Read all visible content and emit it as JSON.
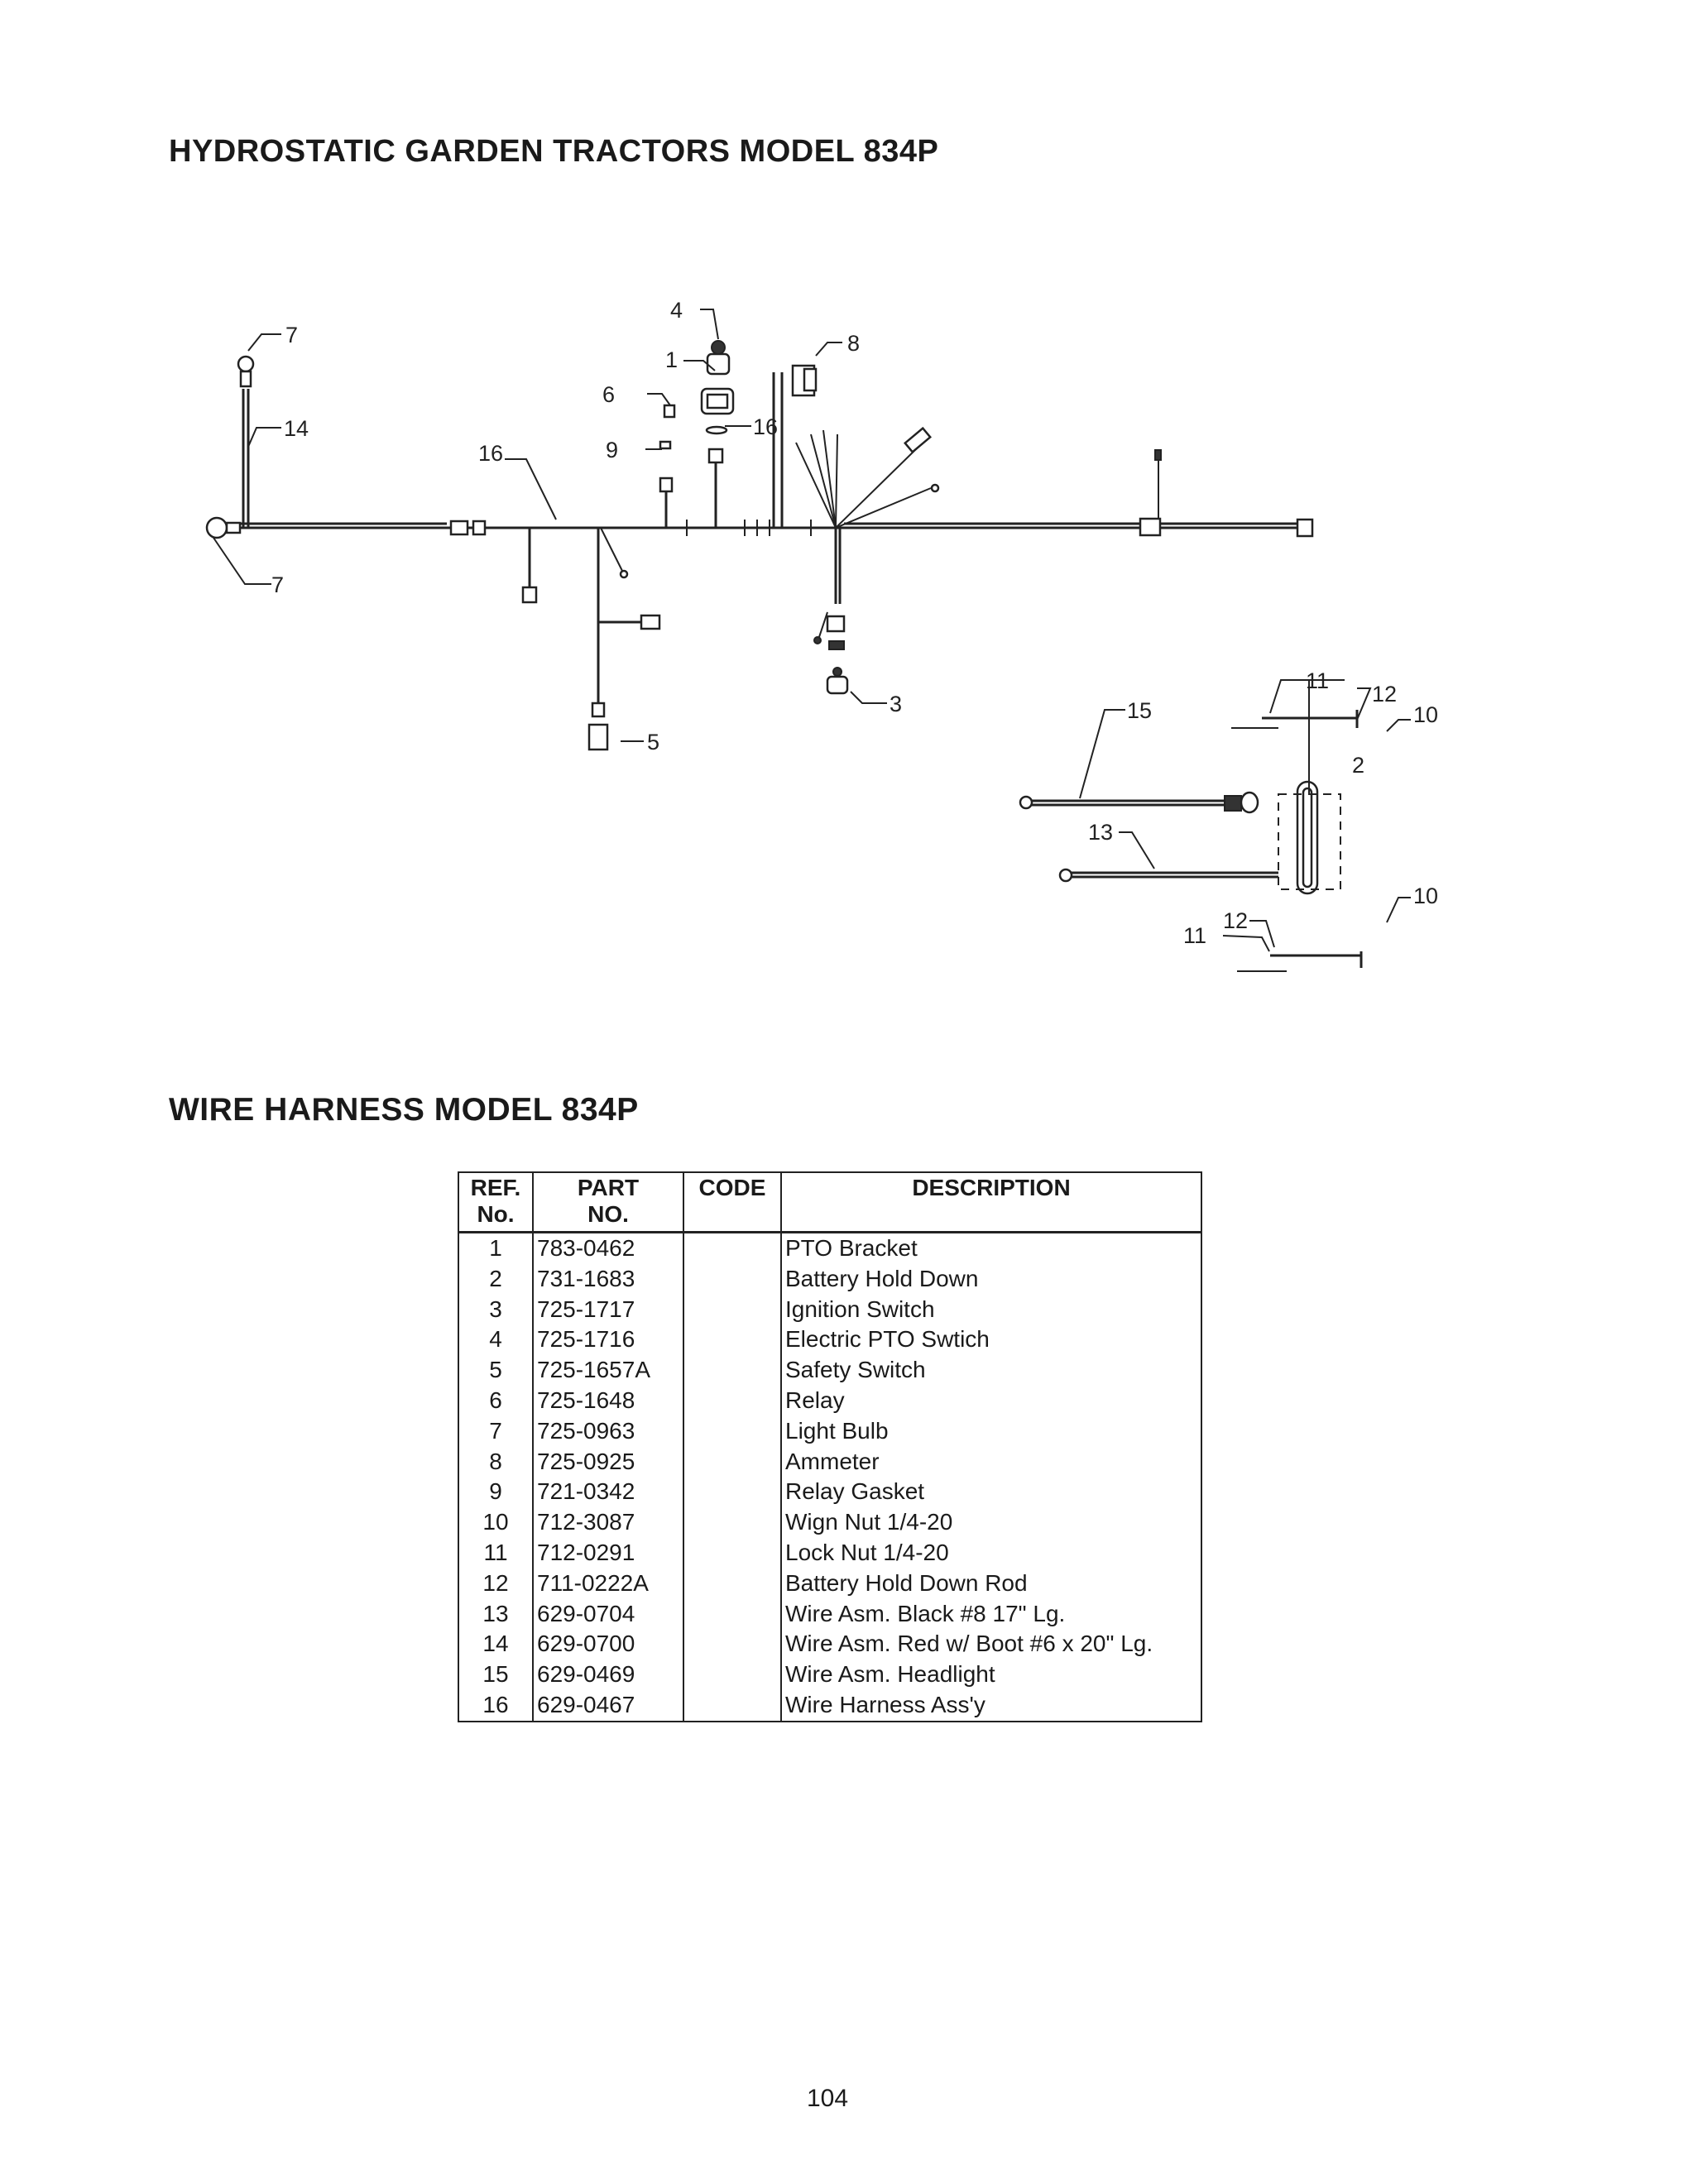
{
  "diagram_title": "HYDROSTATIC GARDEN TRACTORS MODEL 834P",
  "table_title": "WIRE HARNESS MODEL 834P",
  "callouts": [
    "1",
    "2",
    "3",
    "4",
    "5",
    "6",
    "7",
    "7",
    "8",
    "9",
    "10",
    "10",
    "11",
    "11",
    "12",
    "12",
    "13",
    "14",
    "15",
    "16",
    "16"
  ],
  "table": {
    "headers": {
      "ref_line1": "REF.",
      "ref_line2": "No.",
      "part_line1": "PART",
      "part_line2": "NO.",
      "code": "CODE",
      "description": "DESCRIPTION"
    },
    "rows": [
      {
        "ref": "1",
        "part": "783-0462",
        "code": "",
        "description": "PTO Bracket"
      },
      {
        "ref": "2",
        "part": "731-1683",
        "code": "",
        "description": "Battery Hold Down"
      },
      {
        "ref": "3",
        "part": "725-1717",
        "code": "",
        "description": "Ignition Switch"
      },
      {
        "ref": "4",
        "part": "725-1716",
        "code": "",
        "description": "Electric PTO Swtich"
      },
      {
        "ref": "5",
        "part": "725-1657A",
        "code": "",
        "description": "Safety Switch"
      },
      {
        "ref": "6",
        "part": "725-1648",
        "code": "",
        "description": "Relay"
      },
      {
        "ref": "7",
        "part": "725-0963",
        "code": "",
        "description": "Light Bulb"
      },
      {
        "ref": "8",
        "part": "725-0925",
        "code": "",
        "description": "Ammeter"
      },
      {
        "ref": "9",
        "part": "721-0342",
        "code": "",
        "description": "Relay Gasket"
      },
      {
        "ref": "10",
        "part": "712-3087",
        "code": "",
        "description": "Wign Nut 1/4-20"
      },
      {
        "ref": "11",
        "part": "712-0291",
        "code": "",
        "description": "Lock Nut 1/4-20"
      },
      {
        "ref": "12",
        "part": "711-0222A",
        "code": "",
        "description": "Battery Hold Down Rod"
      },
      {
        "ref": "13",
        "part": "629-0704",
        "code": "",
        "description": "Wire Asm.  Black #8 17\" Lg."
      },
      {
        "ref": "14",
        "part": "629-0700",
        "code": "",
        "description": "Wire Asm.  Red w/ Boot #6 x 20\" Lg."
      },
      {
        "ref": "15",
        "part": "629-0469",
        "code": "",
        "description": "Wire Asm.  Headlight"
      },
      {
        "ref": "16",
        "part": "629-0467",
        "code": "",
        "description": "Wire Harness Ass'y"
      }
    ]
  },
  "page_number": "104"
}
